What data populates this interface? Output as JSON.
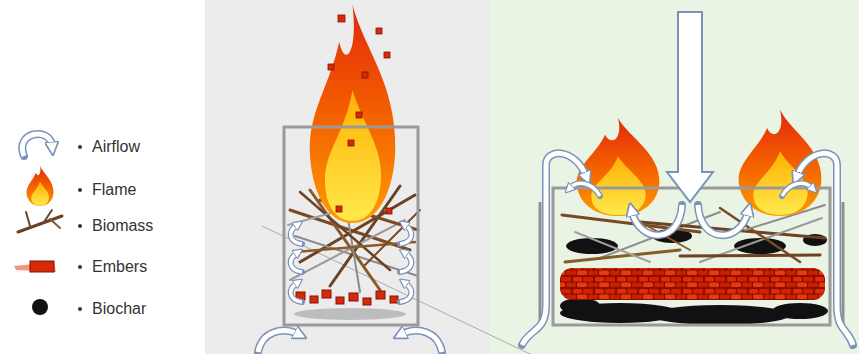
{
  "diagram": {
    "legend": [
      {
        "text": "Airflow"
      },
      {
        "text": "Flame"
      },
      {
        "text": "Biomass"
      },
      {
        "text": "Embers"
      },
      {
        "text": "Biochar"
      }
    ]
  }
}
